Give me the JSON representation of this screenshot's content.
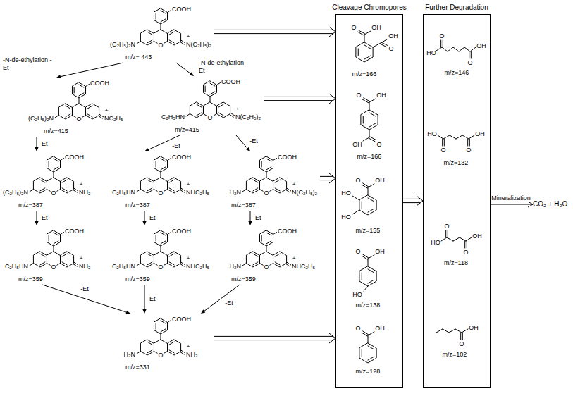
{
  "diagram": {
    "nodes": [
      {
        "text": [
          "COOH",
          "(C₂H₅)₂N",
          "N(C₂H₅)₂",
          "+",
          "O",
          "m/z= 443"
        ]
      },
      {
        "text": [
          "COOH",
          "(C₂H₅)₂N",
          "NC₂H₅",
          "+",
          "O",
          "m/z=415"
        ]
      },
      {
        "text": [
          "COOH",
          "C₂H₅HN",
          "N(C₂H₅)₂",
          "+",
          "O",
          "m/z=415"
        ]
      },
      {
        "text": [
          "COOH",
          "(C₂H₅)₂N",
          "NH₂",
          "+",
          "O",
          "m/z=387"
        ]
      },
      {
        "text": [
          "COOH",
          "C₂H₅HN",
          "NHC₂H₅",
          "+",
          "O",
          "m/z=387"
        ]
      },
      {
        "text": [
          "COOH",
          "H₂N",
          "N(C₂H₅)₂",
          "+",
          "O",
          "m/z=387"
        ]
      },
      {
        "text": [
          "COOH",
          "C₂H₅HN",
          "NH₂",
          "+",
          "O",
          "m/z=359"
        ]
      },
      {
        "text": [
          "COOH",
          "C₂H₅HN",
          "NHC₂H₅",
          "+",
          "O",
          "m/z=359"
        ]
      },
      {
        "text": [
          "COOH",
          "H₂N",
          "NHC₂H₅",
          "+",
          "O",
          "m/z=359"
        ]
      },
      {
        "text": [
          "COOH",
          "H₂N",
          "NH₂",
          "+",
          "O",
          "m/z=331"
        ]
      },
      {
        "text": [
          "Cleavage Chromopores"
        ]
      },
      {
        "text": [
          "O",
          "OH",
          "O",
          "OH",
          "m/z=166"
        ],
        "in": 10
      },
      {
        "text": [
          "O",
          "OH",
          "O",
          "OH",
          "m/z=166"
        ],
        "in": 10
      },
      {
        "text": [
          "O",
          "OH",
          "HO",
          "HO",
          "m/z=155"
        ],
        "in": 10
      },
      {
        "text": [
          "O",
          "OH",
          "HO",
          "m/z=138"
        ],
        "in": 10
      },
      {
        "text": [
          "O",
          "OH",
          "m/z=128"
        ],
        "in": 10
      },
      {
        "text": [
          "Further Degradation"
        ]
      },
      {
        "text": [
          "HO",
          "O",
          "O",
          "OH",
          "m/z=146"
        ],
        "in": 16
      },
      {
        "text": [
          "HO",
          "O",
          "O",
          "OH",
          "m/z=132"
        ],
        "in": 16
      },
      {
        "text": [
          "HO",
          "O",
          "O",
          "OH",
          "m/z=118"
        ],
        "in": 16
      },
      {
        "text": [
          "O",
          "OH",
          "m/z=102"
        ],
        "in": 16
      },
      {
        "text": [
          "CO₂ + H₂O"
        ]
      }
    ],
    "edges": [
      {
        "from": 0,
        "to": 1,
        "label": "-N-de-ethylation -Et",
        "arrow": "to"
      },
      {
        "from": 0,
        "to": 2,
        "label": "-N-de-ethylation -Et",
        "arrow": "to"
      },
      {
        "from": 1,
        "to": 3,
        "label": "-Et",
        "arrow": "to"
      },
      {
        "from": 2,
        "to": 4,
        "label": "-Et",
        "arrow": "to"
      },
      {
        "from": 2,
        "to": 5,
        "label": "-Et",
        "arrow": "to"
      },
      {
        "from": 3,
        "to": 6,
        "label": "-Et",
        "arrow": "to"
      },
      {
        "from": 4,
        "to": 7,
        "label": "-Et",
        "arrow": "to"
      },
      {
        "from": 5,
        "to": 8,
        "label": "-Et",
        "arrow": "to"
      },
      {
        "from": 6,
        "to": 9,
        "label": "-Et",
        "arrow": "to"
      },
      {
        "from": 7,
        "to": 9,
        "label": "-Et",
        "arrow": "to"
      },
      {
        "from": 8,
        "to": 9,
        "label": "-Et",
        "arrow": "to"
      },
      {
        "from": 0,
        "to": 10,
        "arrow": "to"
      },
      {
        "from": 2,
        "to": 10,
        "arrow": "to"
      },
      {
        "from": 5,
        "to": 10,
        "arrow": "to"
      },
      {
        "from": 9,
        "to": 10,
        "arrow": "to"
      },
      {
        "from": 10,
        "to": 16,
        "arrow": "to"
      },
      {
        "from": 16,
        "to": 21,
        "label": "Mineralization",
        "arrow": "to"
      }
    ]
  }
}
